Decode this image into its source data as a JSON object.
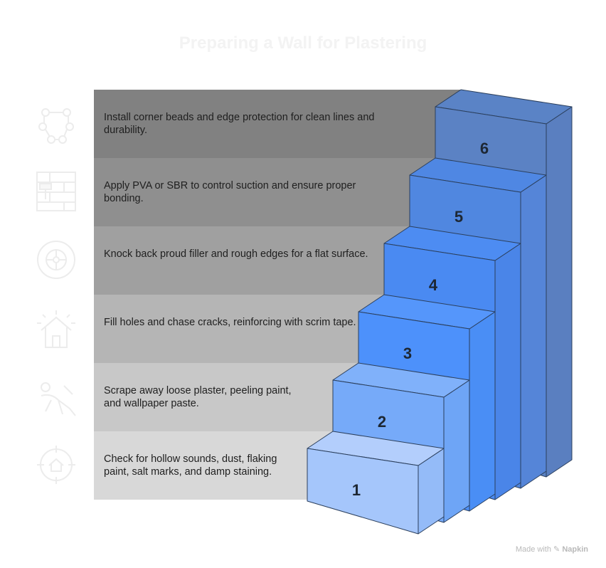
{
  "title": "Preparing a Wall for Plastering",
  "steps": [
    {
      "number": "6",
      "text": "Install corner beads and edge protection for clean lines and durability.",
      "band_color": "#818181",
      "front_color": "#5b82c4",
      "top_color": "#5a83c6",
      "side_color": "#5a7fc0",
      "icon": "people-network-icon"
    },
    {
      "number": "5",
      "text": "Apply PVA or SBR to control suction and ensure proper bonding.",
      "band_color": "#8f8f8f",
      "front_color": "#5087e0",
      "top_color": "#4f87e3",
      "side_color": "#5585d8",
      "icon": "paint-roller-wall-icon"
    },
    {
      "number": "4",
      "text": "Knock back proud filler and rough edges for a flat surface.",
      "band_color": "#a0a0a0",
      "front_color": "#4a8af2",
      "top_color": "#4d8cf2",
      "side_color": "#4a85e8",
      "icon": "sanding-disc-icon"
    },
    {
      "number": "3",
      "text": "Fill holes and chase cracks, reinforcing with scrim tape.",
      "band_color": "#b5b5b5",
      "front_color": "#4d91fb",
      "top_color": "#5596fb",
      "side_color": "#4a8ef5",
      "icon": "house-cracks-icon"
    },
    {
      "number": "2",
      "text": "Scrape away loose plaster, peeling paint, and wallpaper paste.",
      "band_color": "#c8c8c8",
      "front_color": "#76aaf9",
      "top_color": "#80b1fa",
      "side_color": "#6ea5f6",
      "icon": "worker-scraping-icon"
    },
    {
      "number": "1",
      "text": "Check for hollow sounds, dust, flaking paint, salt marks, and damp staining.",
      "band_color": "#d8d8d8",
      "front_color": "#a5c6fb",
      "top_color": "#b3cefc",
      "side_color": "#94bbf8",
      "icon": "house-target-icon"
    }
  ],
  "footer": {
    "prefix": "Made with",
    "brand": "Napkin"
  }
}
